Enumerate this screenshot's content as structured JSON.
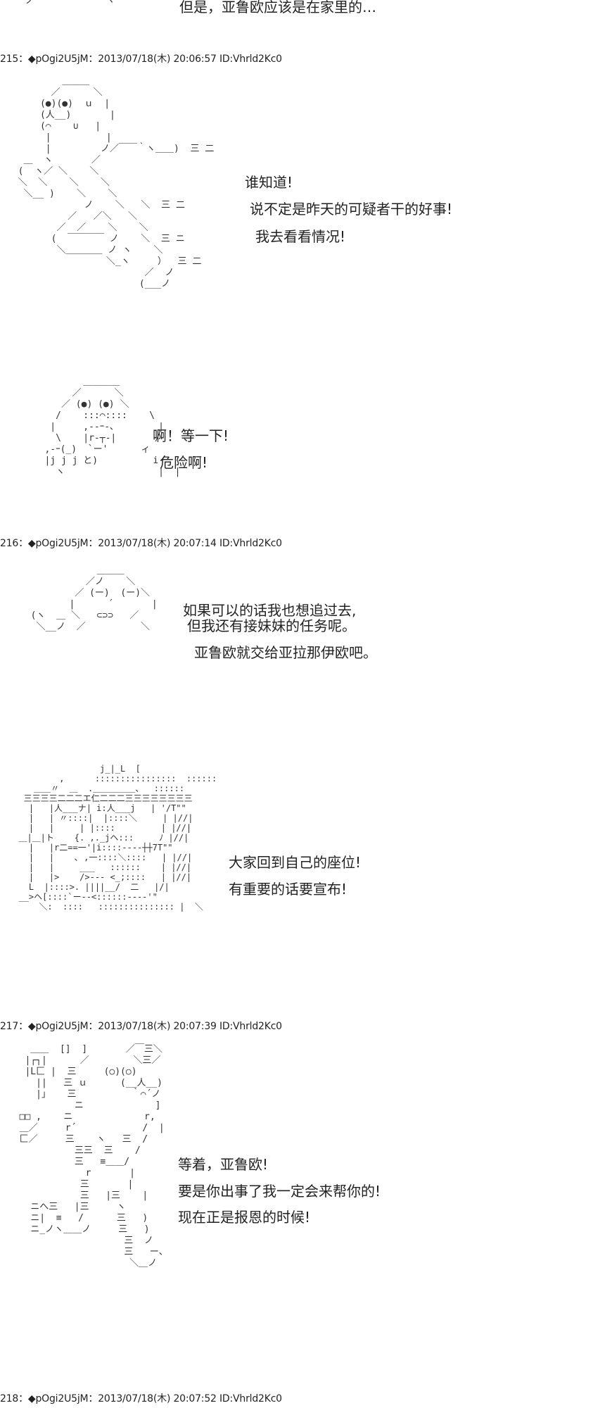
{
  "top_line": "但是，亚鲁欧应该是在家里的…",
  "posts": [
    {
      "header": "215：◆pOgi2U5jM：2013/07/18(木) 20:06:57 ID:Vhrld2Kc0"
    },
    {
      "header": "216：◆pOgi2U5jM：2013/07/18(木) 20:07:14 ID:Vhrld2Kc0"
    },
    {
      "header": "217：◆pOgi2U5jM：2013/07/18(木) 20:07:39 ID:Vhrld2Kc0"
    },
    {
      "header": "218：◆pOgi2U5jM：2013/07/18(木) 20:07:52 ID:Vhrld2Kc0"
    }
  ],
  "dialogue": {
    "p215_a": [
      "谁知道!",
      "说不定是昨天的可疑者干的好事!",
      "我去看看情况!"
    ],
    "p215_b": [
      "啊！等一下!",
      "危险啊!"
    ],
    "p216_a": [
      "如果可以的话我也想追过去,",
      "但我还有接妹妹的任务呢。",
      "亚鲁欧就交给亚拉那伊欧吧。"
    ],
    "p216_b": [
      "大家回到自己的座位!",
      "有重要的话要宣布!"
    ],
    "p217_a": [
      "等着，亚鲁欧!",
      "要是你出事了我一定会来帮你的!",
      "现在正是报恩的时候!"
    ]
  }
}
